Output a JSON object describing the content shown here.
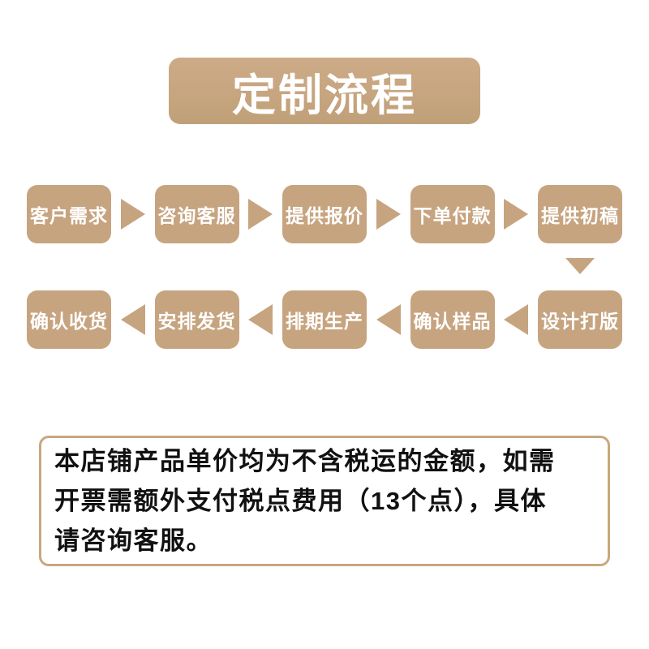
{
  "title": {
    "label": "定制流程"
  },
  "flow": {
    "row1": {
      "direction": "right",
      "steps": [
        {
          "label": "客户需求"
        },
        {
          "label": "咨询客服"
        },
        {
          "label": "提供报价"
        },
        {
          "label": "下单付款"
        },
        {
          "label": "提供初稿"
        }
      ]
    },
    "connector": {
      "direction": "down"
    },
    "row2": {
      "direction": "left",
      "steps": [
        {
          "label": "确认收货"
        },
        {
          "label": "安排发货"
        },
        {
          "label": "排期生产"
        },
        {
          "label": "确认样品"
        },
        {
          "label": "设计打版"
        }
      ]
    }
  },
  "note": {
    "lines": [
      "本店铺产品单价均为不含税运的金额，如需",
      "开票需额外支付税点费用（13个点），具体",
      "请咨询客服。"
    ]
  },
  "colors": {
    "background": "#ffffff",
    "tan": "#c7a480",
    "title_gradient_top": "#cdab88",
    "title_gradient_bottom": "#c0a078",
    "text_on_tan": "#ffffff",
    "note_border": "#c9a77f",
    "note_text": "#111111"
  }
}
